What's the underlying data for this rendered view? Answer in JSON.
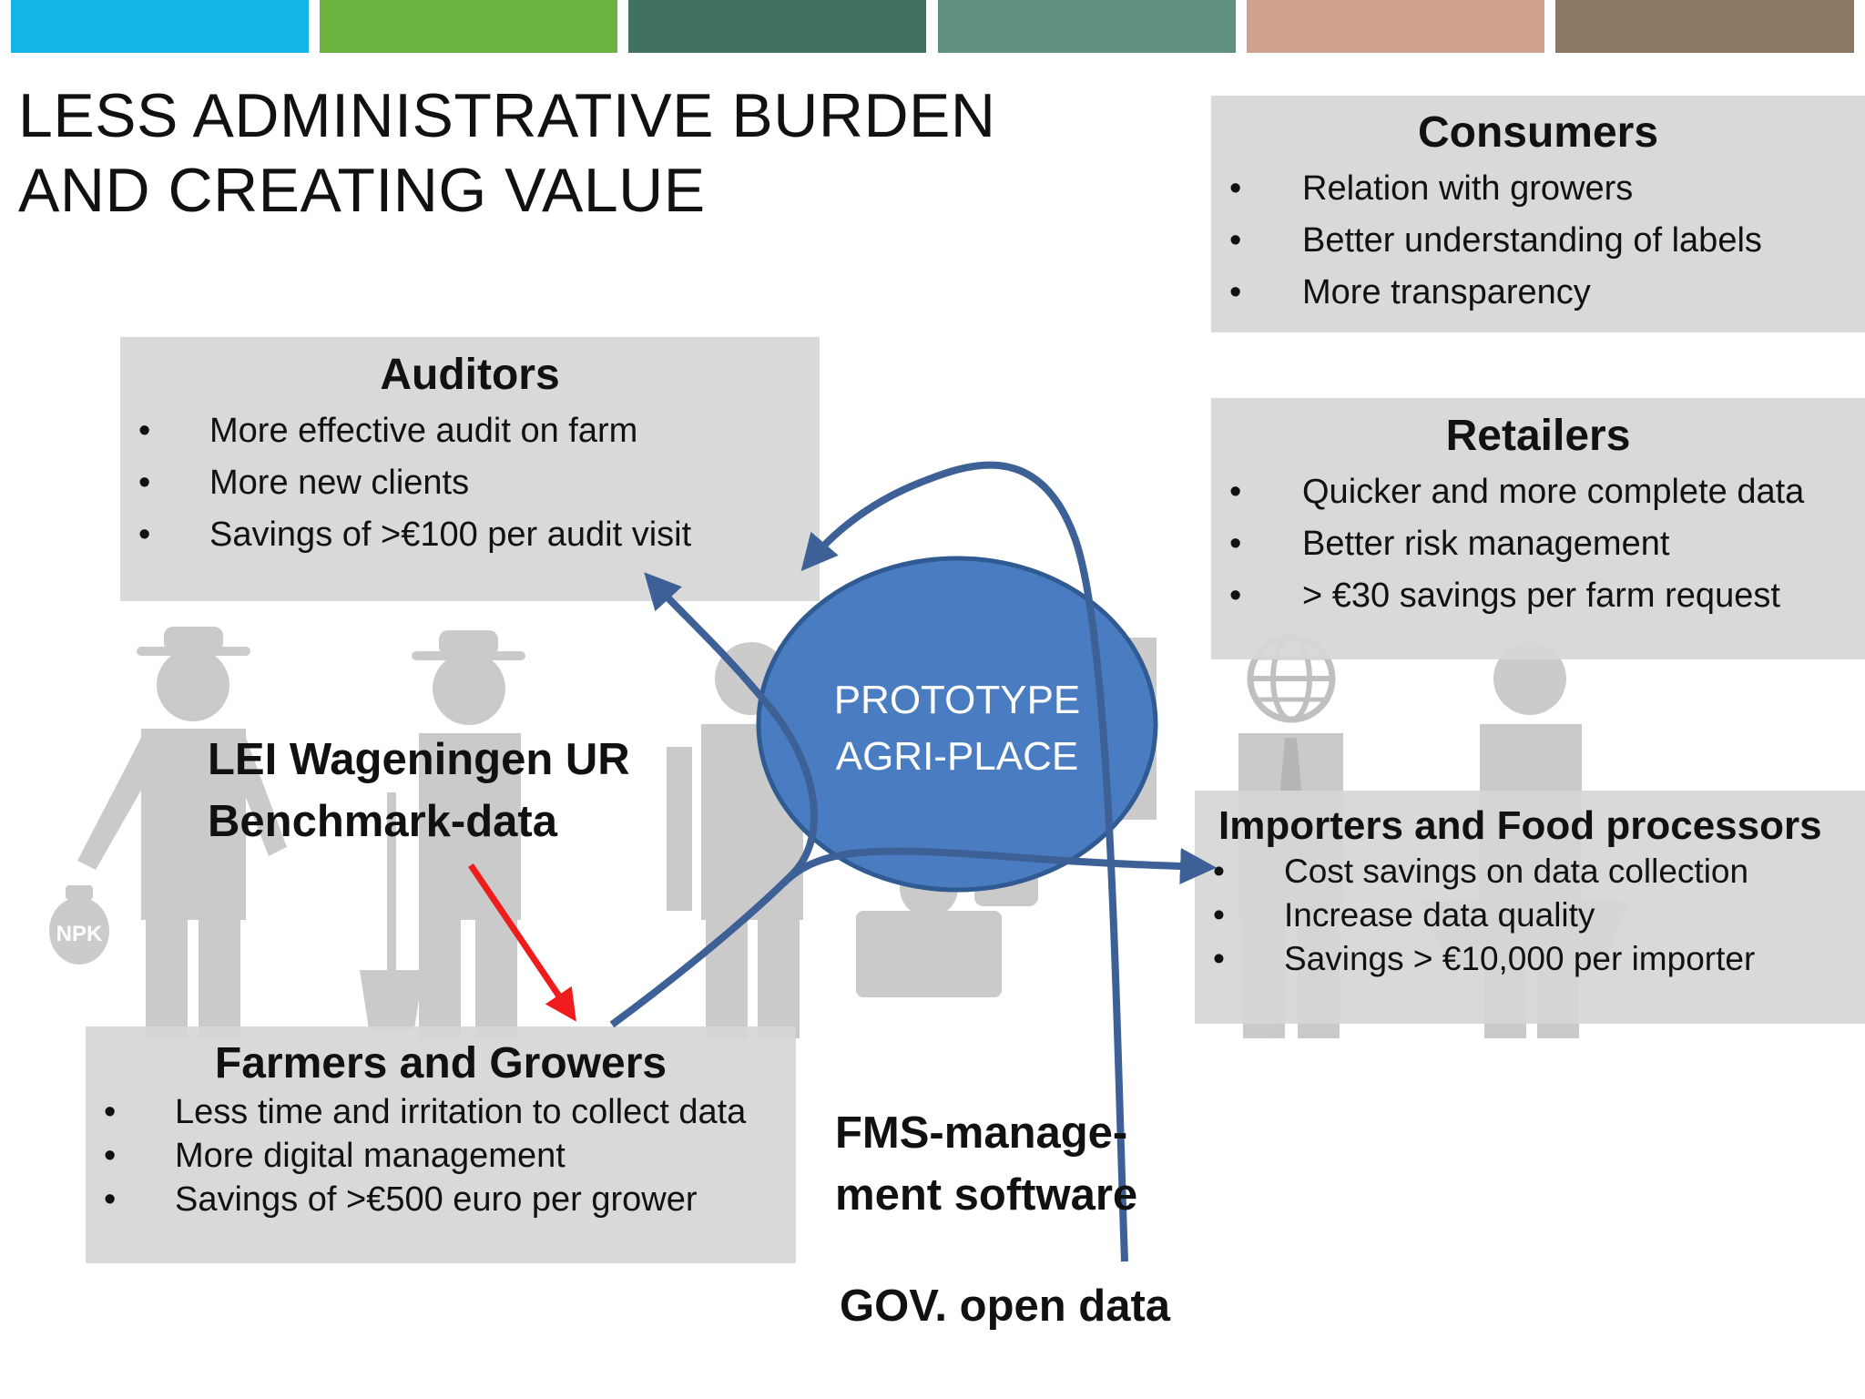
{
  "header_bar_colors": [
    "#12b5e6",
    "#6db33f",
    "#417260",
    "#5f9080",
    "#cfa290",
    "#8a7864"
  ],
  "title": {
    "line1": "LESS ADMINISTRATIVE BURDEN",
    "line2": "AND CREATING VALUE"
  },
  "consumers": {
    "heading": "Consumers",
    "items": [
      "Relation with growers",
      "Better understanding of labels",
      "More transparency"
    ]
  },
  "auditors": {
    "heading": "Auditors",
    "items": [
      "More effective audit on farm",
      "More new clients",
      "Savings of >€100 per audit visit"
    ]
  },
  "retailers": {
    "heading": "Retailers",
    "items": [
      "Quicker and more complete data",
      "Better risk management",
      "> €30 savings per farm request"
    ]
  },
  "importers": {
    "heading": "Importers and Food processors",
    "items": [
      "Cost savings on data collection",
      "Increase data quality",
      "Savings > €10,000 per importer"
    ]
  },
  "farmers": {
    "heading": "Farmers and Growers",
    "items": [
      "Less time and irritation to collect data",
      "More digital management",
      "Savings of >€500 euro per grower"
    ]
  },
  "center": {
    "line1": "PROTOTYPE",
    "line2": "AGRI-PLACE",
    "fill": "#4a7cc2"
  },
  "sources": {
    "lei_line1": "LEI Wageningen UR",
    "lei_line2": "Benchmark-data",
    "fms_line1": "FMS-manage-",
    "fms_line2": "ment software",
    "gov": "GOV. open data"
  },
  "npk_label": "NPK",
  "bullet": "•",
  "arrow_color": "#3d6196",
  "highlight_arrow_color": "#ee1c1c"
}
